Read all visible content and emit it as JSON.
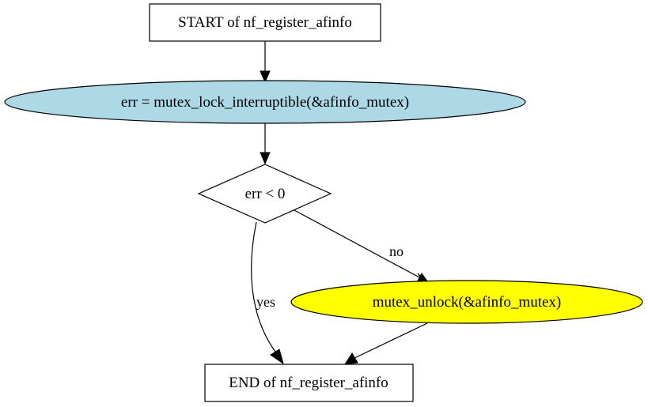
{
  "nodes": {
    "start": {
      "label": "START of nf_register_afinfo",
      "fill": "#ffffff"
    },
    "lock": {
      "label": "err = mutex_lock_interruptible(&afinfo_mutex)",
      "fill": "#add8e6"
    },
    "check": {
      "label": "err < 0",
      "fill": "#ffffff"
    },
    "unlock": {
      "label": "mutex_unlock(&afinfo_mutex)",
      "fill": "#ffff00"
    },
    "end": {
      "label": "END of nf_register_afinfo",
      "fill": "#ffffff"
    }
  },
  "edges": {
    "no_label": "no",
    "yes_label": "yes"
  }
}
